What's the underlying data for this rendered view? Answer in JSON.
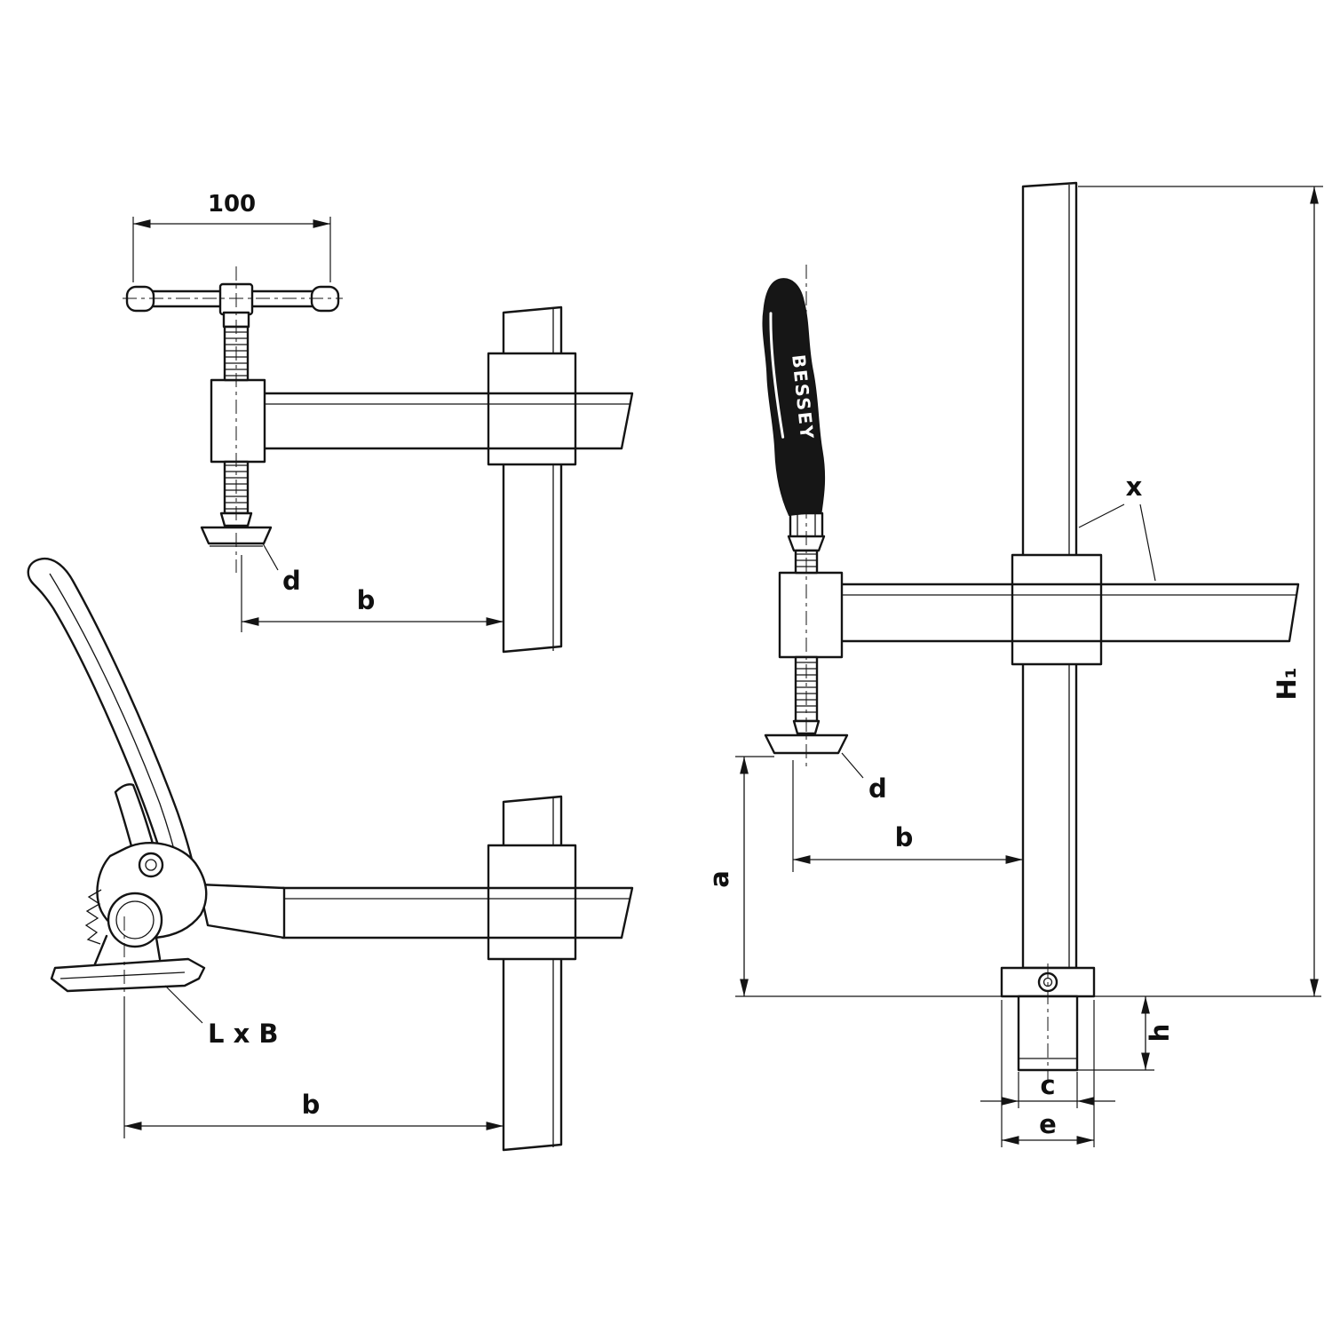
{
  "drawing": {
    "background": "#ffffff",
    "line_color": "#141414",
    "brand": "BESSEY",
    "labels": {
      "dim_100": "100",
      "d_top": "d",
      "b_top": "b",
      "lxb": "L x B",
      "b_lever": "b",
      "x": "x",
      "h1": "H₁",
      "a": "a",
      "b_right": "b",
      "d_right": "d",
      "h": "h",
      "c": "c",
      "e": "e"
    }
  }
}
